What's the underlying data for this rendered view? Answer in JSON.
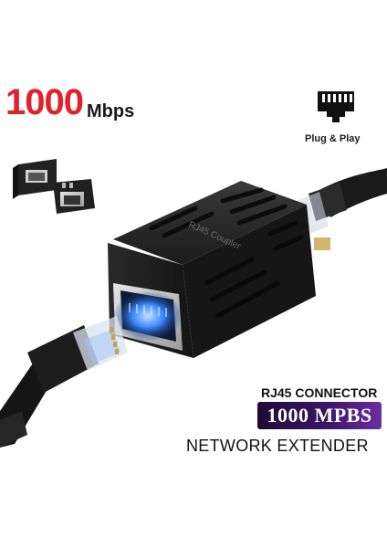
{
  "header": {
    "speed_value": "1000",
    "speed_unit": "Mbps",
    "plug_label": "Plug & Play"
  },
  "product": {
    "body_print": "RJ45 Coupler"
  },
  "footer": {
    "connector_label": "RJ45 CONNECTOR",
    "speed_banner": "1000 MPBS",
    "extender_label": "NETWORK EXTENDER"
  },
  "colors": {
    "accent_red": "#e1222a",
    "banner_purple": "#3c1566",
    "product_black": "#1e1e1e",
    "port_glow": "#2f7fff"
  },
  "icons": {
    "plug": "ethernet-port-icon"
  }
}
